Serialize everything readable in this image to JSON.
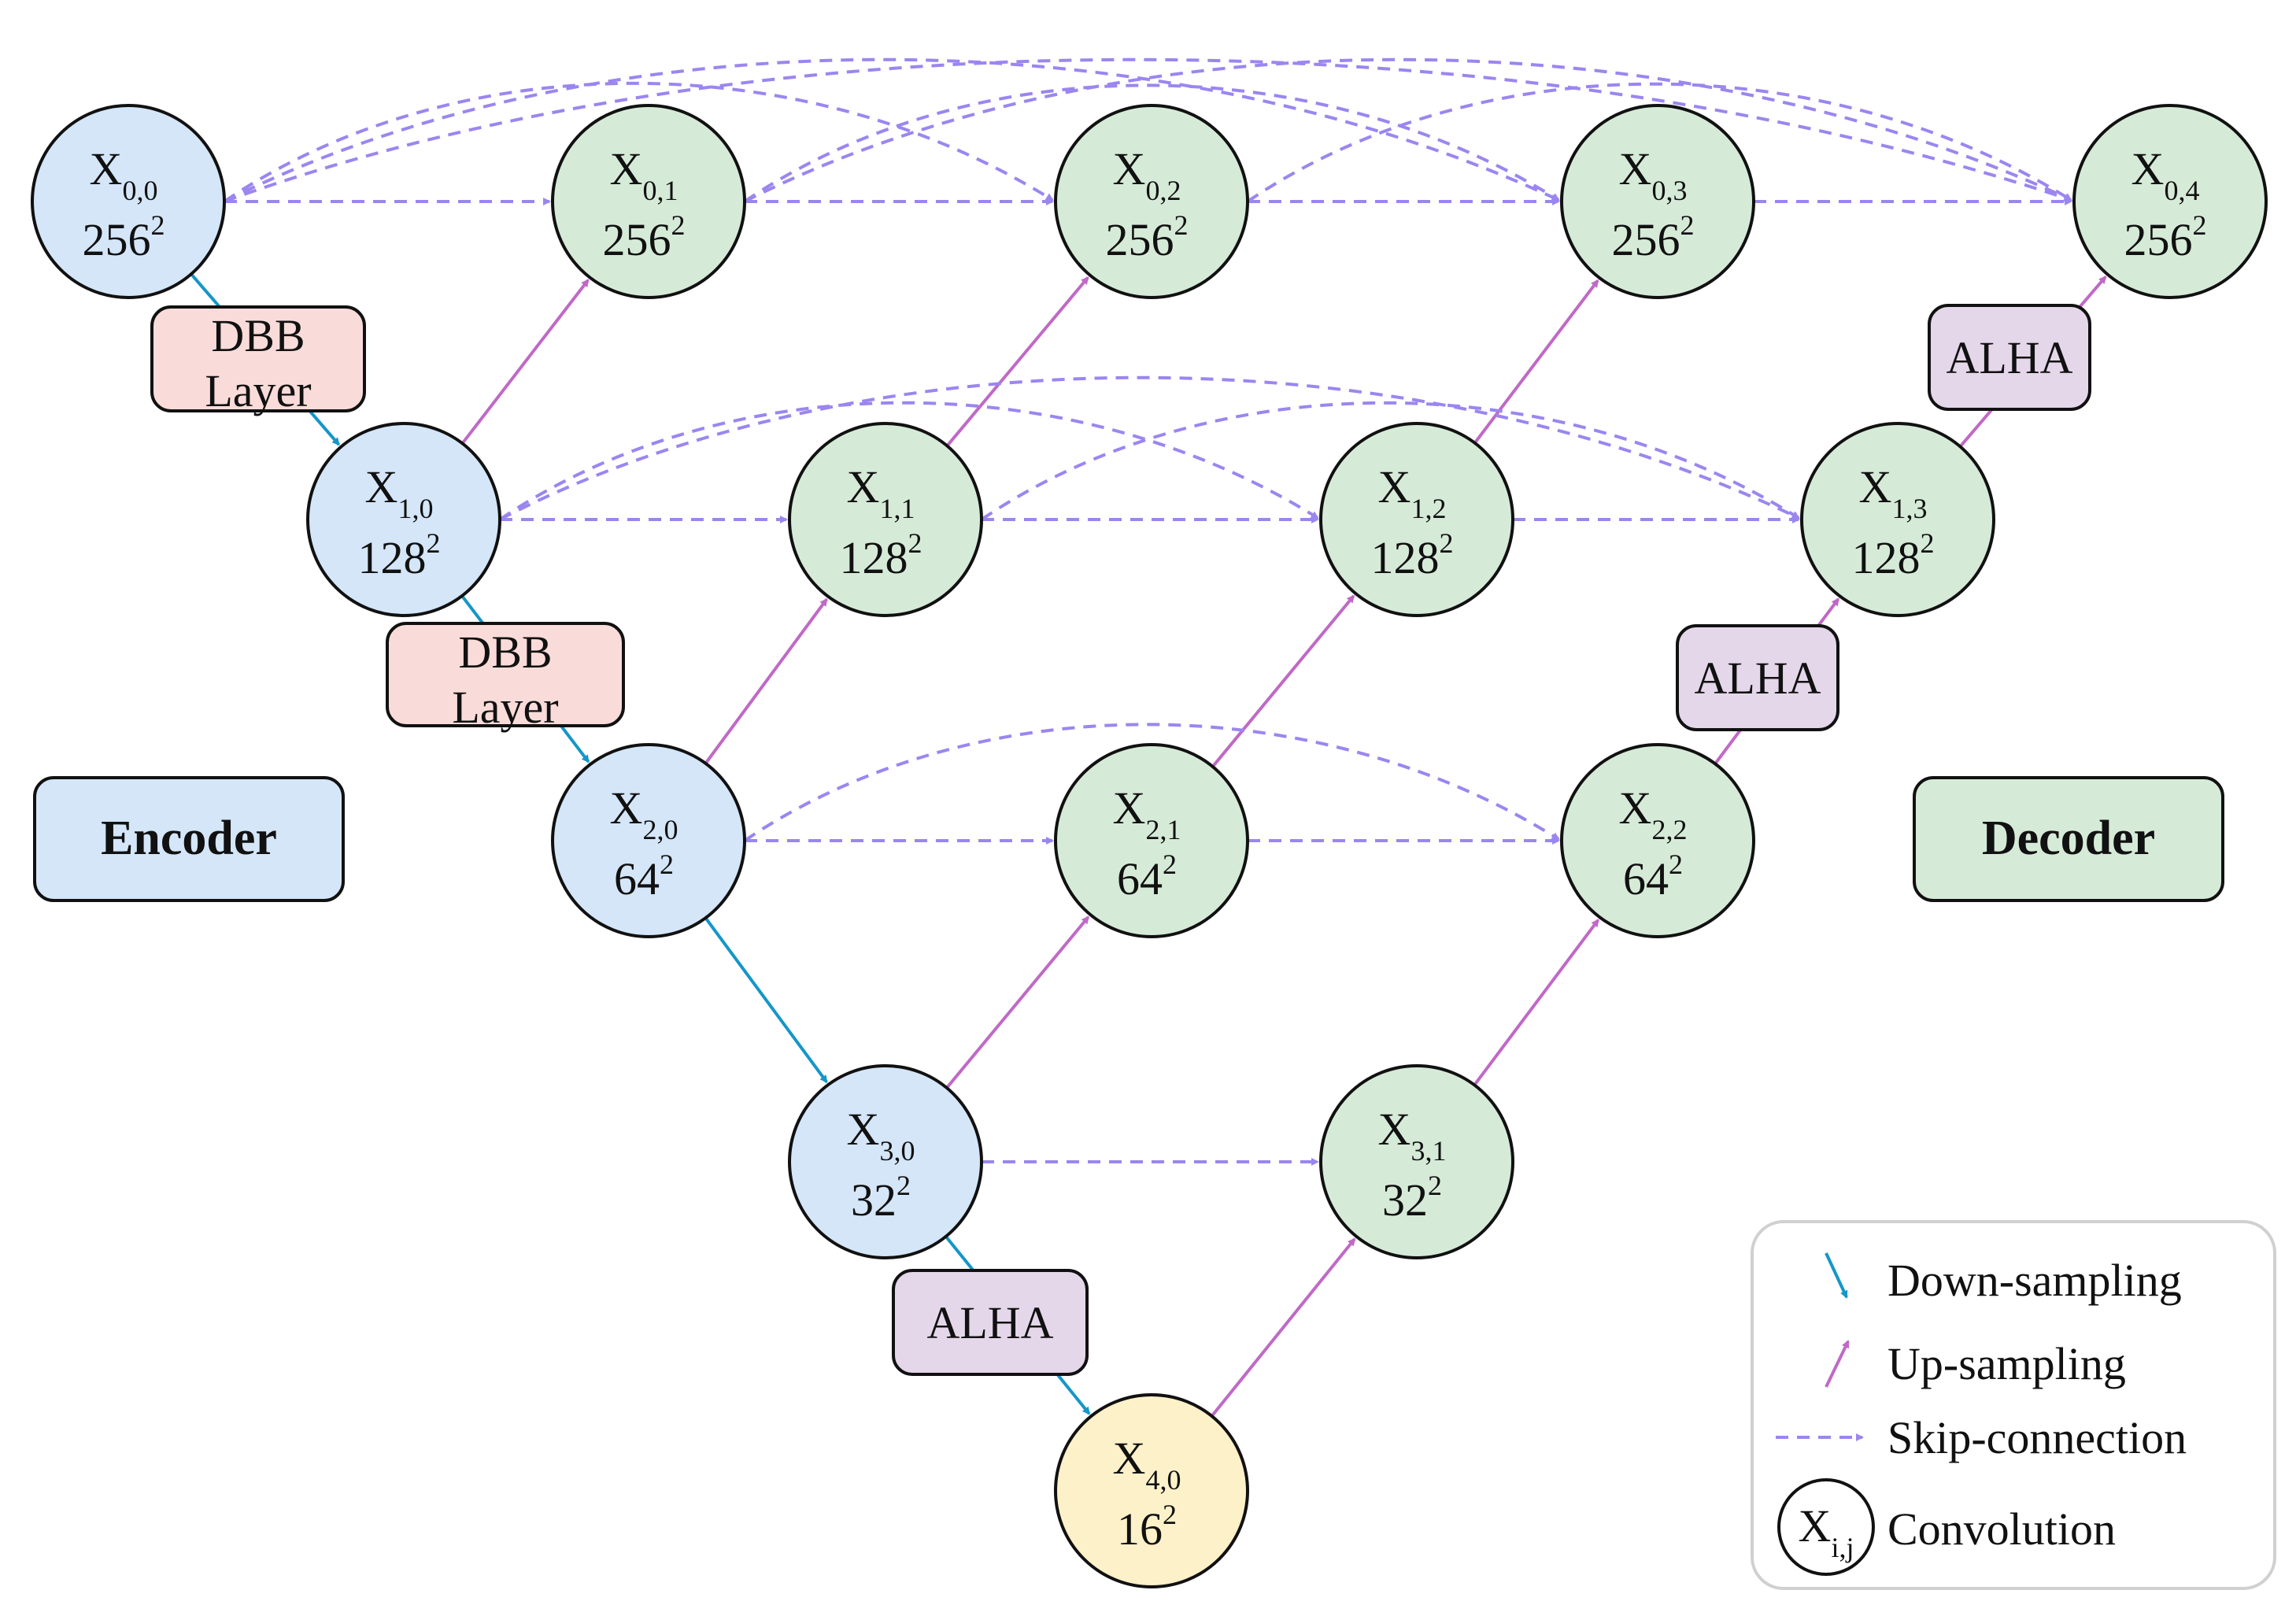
{
  "colors": {
    "encoder_fill": "#d4e6f8",
    "decoder_fill": "#d6ead8",
    "bottleneck_fill": "#fdf1c9",
    "dbb_fill": "#f9dcd9",
    "alha_fill": "#e5d7ea",
    "down_sampling": "#1596c8",
    "up_sampling": "#c069c6",
    "skip_connection": "#9b86f0"
  },
  "nodes": [
    {
      "id": "x00",
      "i": "0",
      "j": "0",
      "base": "256",
      "exp": "2",
      "kind": "encoder"
    },
    {
      "id": "x10",
      "i": "1",
      "j": "0",
      "base": "128",
      "exp": "2",
      "kind": "encoder"
    },
    {
      "id": "x20",
      "i": "2",
      "j": "0",
      "base": "64",
      "exp": "2",
      "kind": "encoder"
    },
    {
      "id": "x30",
      "i": "3",
      "j": "0",
      "base": "32",
      "exp": "2",
      "kind": "encoder"
    },
    {
      "id": "x40",
      "i": "4",
      "j": "0",
      "base": "16",
      "exp": "2",
      "kind": "bottleneck"
    },
    {
      "id": "x01",
      "i": "0",
      "j": "1",
      "base": "256",
      "exp": "2",
      "kind": "decoder"
    },
    {
      "id": "x02",
      "i": "0",
      "j": "2",
      "base": "256",
      "exp": "2",
      "kind": "decoder"
    },
    {
      "id": "x03",
      "i": "0",
      "j": "3",
      "base": "256",
      "exp": "2",
      "kind": "decoder"
    },
    {
      "id": "x04",
      "i": "0",
      "j": "4",
      "base": "256",
      "exp": "2",
      "kind": "decoder"
    },
    {
      "id": "x11",
      "i": "1",
      "j": "1",
      "base": "128",
      "exp": "2",
      "kind": "decoder"
    },
    {
      "id": "x12",
      "i": "1",
      "j": "2",
      "base": "128",
      "exp": "2",
      "kind": "decoder"
    },
    {
      "id": "x13",
      "i": "1",
      "j": "3",
      "base": "128",
      "exp": "2",
      "kind": "decoder"
    },
    {
      "id": "x21",
      "i": "2",
      "j": "1",
      "base": "64",
      "exp": "2",
      "kind": "decoder"
    },
    {
      "id": "x22",
      "i": "2",
      "j": "2",
      "base": "64",
      "exp": "2",
      "kind": "decoder"
    },
    {
      "id": "x31",
      "i": "3",
      "j": "1",
      "base": "32",
      "exp": "2",
      "kind": "decoder"
    }
  ],
  "node_symbol": "X",
  "boxes": [
    {
      "id": "dbb1",
      "line1": "DBB",
      "line2": "Layer",
      "kind": "dbb"
    },
    {
      "id": "dbb2",
      "line1": "DBB",
      "line2": "Layer",
      "kind": "dbb"
    },
    {
      "id": "alha1",
      "line1": "ALHA",
      "line2": "",
      "kind": "alha"
    },
    {
      "id": "alha2",
      "line1": "ALHA",
      "line2": "",
      "kind": "alha"
    },
    {
      "id": "alha3",
      "line1": "ALHA",
      "line2": "",
      "kind": "alha"
    }
  ],
  "labels": {
    "encoder": "Encoder",
    "decoder": "Decoder"
  },
  "legend": {
    "down": "Down-sampling",
    "up": "Up-sampling",
    "skip": "Skip-connection",
    "conv": "Convolution",
    "conv_symbol": "X",
    "conv_sub": "i,j"
  },
  "edges": {
    "down": [
      [
        "x00",
        "x10"
      ],
      [
        "x10",
        "x20"
      ],
      [
        "x20",
        "x30"
      ],
      [
        "x30",
        "x40"
      ]
    ],
    "up": [
      [
        "x10",
        "x01"
      ],
      [
        "x20",
        "x11"
      ],
      [
        "x11",
        "x02"
      ],
      [
        "x30",
        "x21"
      ],
      [
        "x21",
        "x12"
      ],
      [
        "x12",
        "x03"
      ],
      [
        "x40",
        "x31"
      ],
      [
        "x31",
        "x22"
      ],
      [
        "x22",
        "x13"
      ],
      [
        "x13",
        "x04"
      ]
    ],
    "skip": [
      [
        "x00",
        "x01"
      ],
      [
        "x00",
        "x02"
      ],
      [
        "x00",
        "x03"
      ],
      [
        "x00",
        "x04"
      ],
      [
        "x01",
        "x02"
      ],
      [
        "x01",
        "x03"
      ],
      [
        "x01",
        "x04"
      ],
      [
        "x02",
        "x03"
      ],
      [
        "x02",
        "x04"
      ],
      [
        "x03",
        "x04"
      ],
      [
        "x10",
        "x11"
      ],
      [
        "x10",
        "x12"
      ],
      [
        "x10",
        "x13"
      ],
      [
        "x11",
        "x12"
      ],
      [
        "x11",
        "x13"
      ],
      [
        "x12",
        "x13"
      ],
      [
        "x20",
        "x21"
      ],
      [
        "x20",
        "x22"
      ],
      [
        "x21",
        "x22"
      ],
      [
        "x30",
        "x31"
      ]
    ]
  }
}
